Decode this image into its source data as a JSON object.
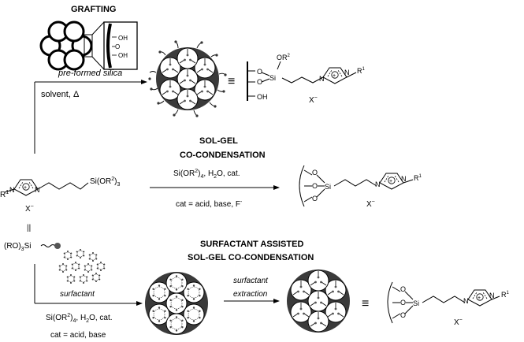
{
  "grafting": {
    "title": "GRAFTING",
    "support_label": "pre-formed silica",
    "conditions": "solvent, Δ",
    "surface_oh_top": "OH",
    "surface_o_mid": "O",
    "surface_oh_bottom": "OH",
    "product_or2": "OR",
    "product_or2_sup": "2",
    "product_si": "Si",
    "product_oh": "OH",
    "product_o": "O",
    "anion": "X"
  },
  "precursor": {
    "r1": "R",
    "r1_sup": "1",
    "n_left": "N",
    "n_right": "N",
    "si_group": "Si(OR",
    "si_sup": "2",
    "si_close": ")",
    "si_sub": "3",
    "anion": "X",
    "equals": "||",
    "shorthand": "(RO)",
    "shorthand_sub": "3",
    "shorthand_si": "Si"
  },
  "solgel": {
    "title_line1": "SOL-GEL",
    "title_line2": "CO-CONDENSATION",
    "reagents": "Si(OR",
    "reagents_sup": "2",
    "reagents_rest": ")",
    "reagents_sub": "4",
    "reagents_tail": ", H",
    "reagents_h2o_sub": "2",
    "reagents_end": "O, cat.",
    "catalyst": "cat = acid, base, F",
    "catalyst_sup": "-",
    "product_si": "Si",
    "product_o": "O",
    "product_n_left": "N",
    "product_n_right": "N",
    "product_r": "R",
    "product_r_sup": "1",
    "anion": "X"
  },
  "surfactant": {
    "title_line1": "SURFACTANT ASSISTED",
    "title_line2": "SOL-GEL CO-CONDENSATION",
    "micelle_label": "surfactant",
    "reagents": "Si(OR",
    "reagents_sup": "2",
    "reagents_rest": ")",
    "reagents_sub": "4",
    "reagents_tail": ", H",
    "reagents_h2o_sub": "2",
    "reagents_end": "O, cat.",
    "catalyst": "cat = acid, base",
    "extraction_line1": "surfactant",
    "extraction_line2": "extraction",
    "product_si": "Si",
    "product_o": "O",
    "product_n_left": "N",
    "product_n_right": "N",
    "product_r": "R",
    "product_r_sup": "1",
    "anion": "X"
  },
  "symbols": {
    "equivalent": "≡",
    "plus": "+",
    "minus": "−"
  }
}
